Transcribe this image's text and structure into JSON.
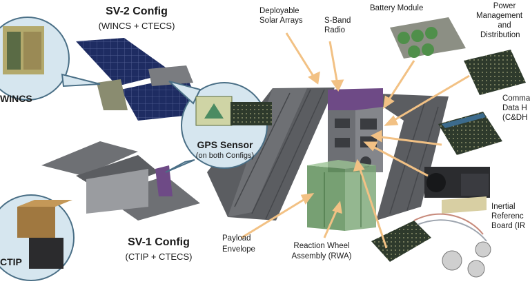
{
  "sv2": {
    "title": "SV-2 Config",
    "subtitle": "(WINCS + CTECS)",
    "inset_label": "WINCS"
  },
  "sv1": {
    "title": "SV-1 Config",
    "subtitle": "(CTIP + CTECS)",
    "inset_label": "CTIP"
  },
  "gps": {
    "title": "GPS Sensor",
    "subtitle": "(on both Configs)"
  },
  "labels": {
    "solar_arrays": [
      "Deployable",
      "Solar Arrays"
    ],
    "sband": [
      "S-Band",
      "Radio"
    ],
    "battery": "Battery Module",
    "power": [
      "Power",
      "Management",
      "and",
      "Distribution"
    ],
    "cdh": [
      "Comma",
      "Data H",
      "(C&DH"
    ],
    "irb": [
      "Inertial",
      "Referenc",
      "Board (IR"
    ],
    "payload": [
      "Payload",
      "Envelope"
    ],
    "rwa": [
      "Reaction Wheel",
      "Assembly (RWA)"
    ]
  },
  "colors": {
    "bubble": "#d6e6ef",
    "bubble_stroke": "#4a6f86",
    "arrow": "#f4c88c",
    "solar_dark": "#1c2a5a",
    "panel_gray": "#6e7074",
    "bus_purple": "#6e4a86",
    "payload_green": "#5f8f5b"
  }
}
